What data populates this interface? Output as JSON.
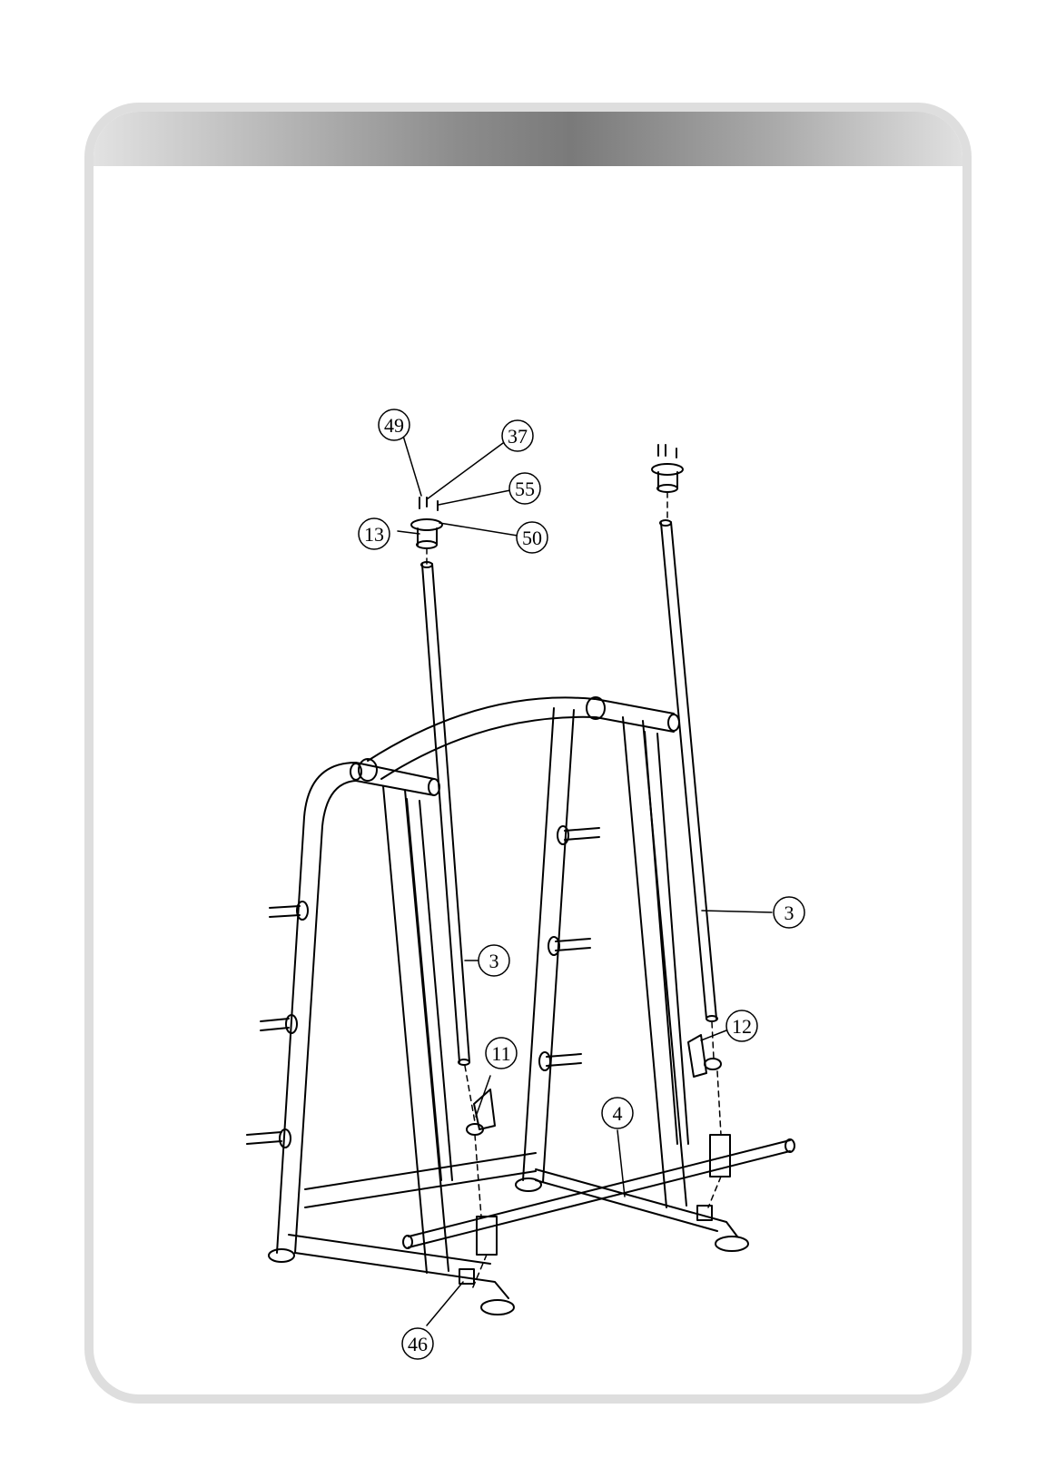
{
  "diagram": {
    "callouts": [
      {
        "id": "c49",
        "label": "49"
      },
      {
        "id": "c37",
        "label": "37"
      },
      {
        "id": "c55",
        "label": "55"
      },
      {
        "id": "c50",
        "label": "50"
      },
      {
        "id": "c13",
        "label": "13"
      },
      {
        "id": "c3a",
        "label": "3"
      },
      {
        "id": "c3b",
        "label": "3"
      },
      {
        "id": "c12",
        "label": "12"
      },
      {
        "id": "c11",
        "label": "11"
      },
      {
        "id": "c4",
        "label": "4"
      },
      {
        "id": "c46",
        "label": "46"
      }
    ]
  },
  "colors": {
    "frame_border": "#dedede",
    "line": "#000000",
    "header_dark": "#7a7a7a",
    "header_light": "#e2e2e2"
  }
}
